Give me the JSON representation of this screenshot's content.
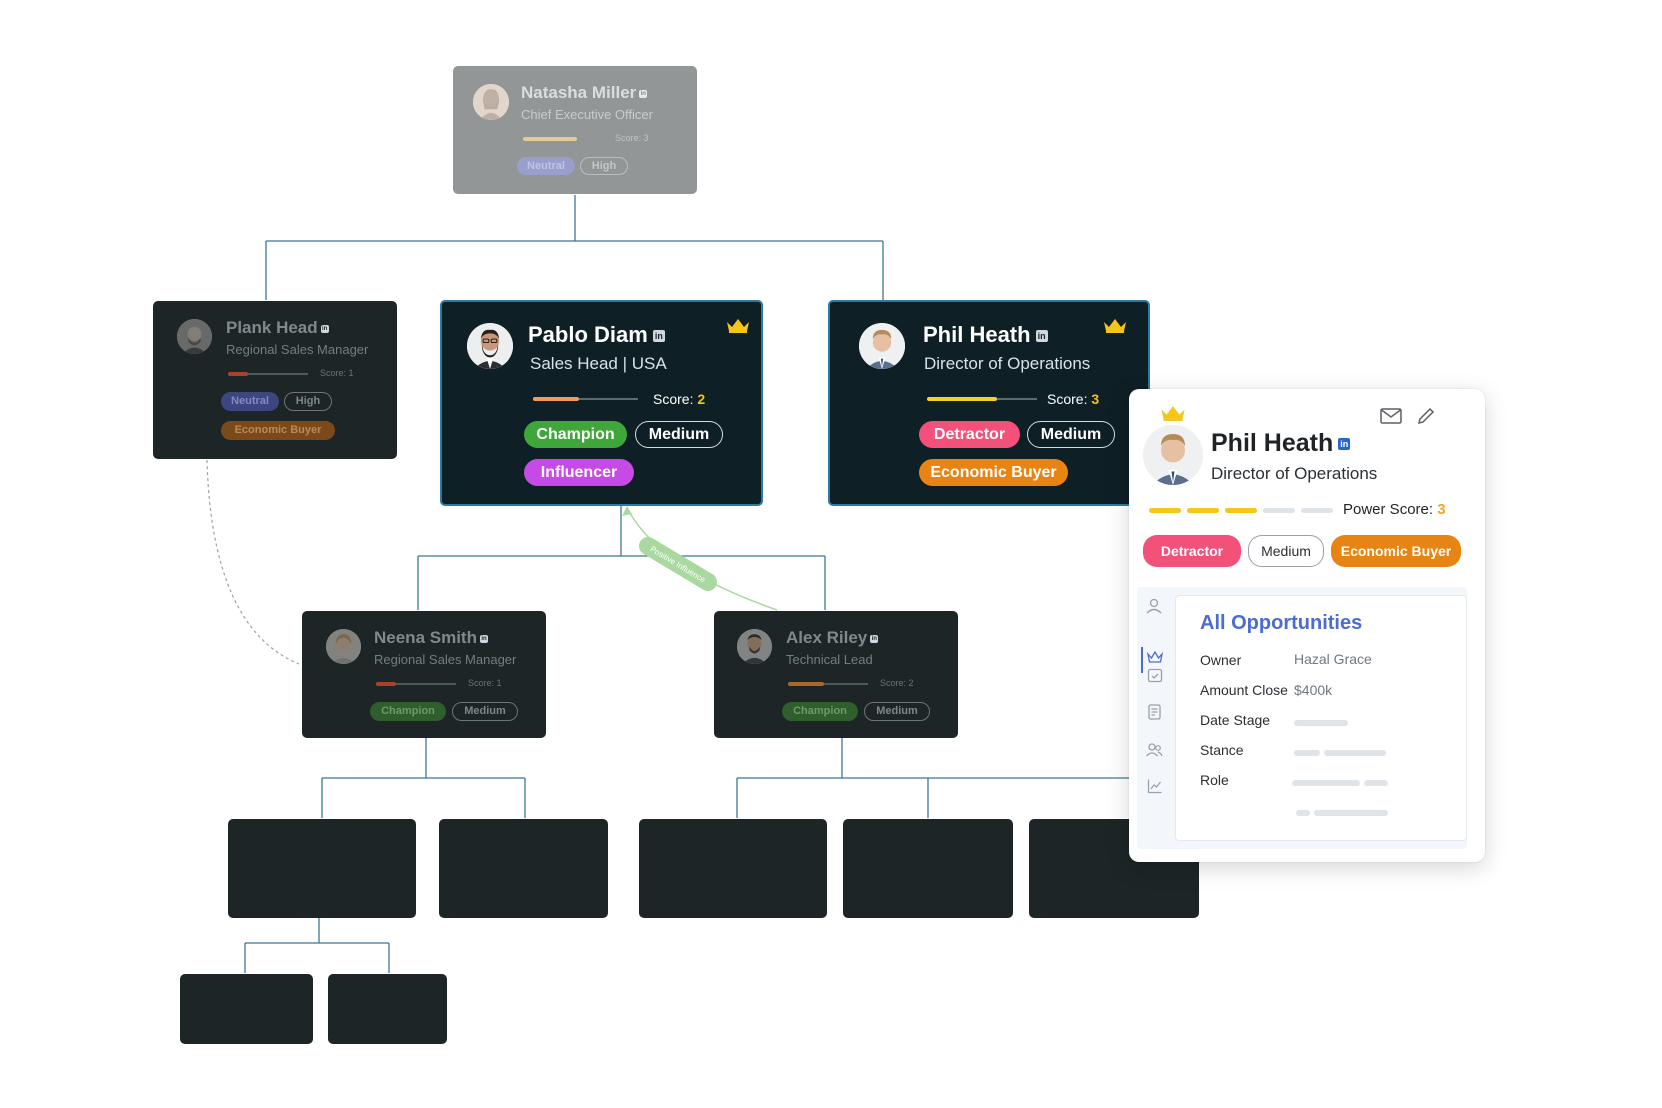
{
  "colors": {
    "champion": "#3fa73a",
    "influencer": "#c64be6",
    "detractor": "#f4517a",
    "economic_buyer": "#e88413",
    "neutral": "#5865c5",
    "crown": "#f5c518",
    "connector": "#2f6b82",
    "opportunity_title": "#4b6cd1"
  },
  "nodes": {
    "natasha": {
      "name": "Natasha Miller",
      "title": "Chief Executive Officer",
      "score_label": "Score: 3",
      "tags": [
        "Neutral",
        "High"
      ]
    },
    "plank": {
      "name": "Plank Head",
      "title": "Regional Sales Manager",
      "score_label": "Score: 1",
      "tags": [
        "Neutral",
        "High",
        "Economic Buyer"
      ]
    },
    "pablo": {
      "name": "Pablo Diam",
      "title": "Sales Head | USA",
      "score_prefix": "Score: ",
      "score_value": "2",
      "tags": [
        "Champion",
        "Medium",
        "Influencer"
      ]
    },
    "phil": {
      "name": "Phil Heath",
      "title": "Director of Operations",
      "score_prefix": "Score: ",
      "score_value": "3",
      "tags": [
        "Detractor",
        "Medium",
        "Economic Buyer"
      ]
    },
    "neena": {
      "name": "Neena Smith",
      "title": "Regional Sales Manager",
      "score_label": "Score: 1",
      "tags": [
        "Champion",
        "Medium"
      ]
    },
    "alex": {
      "name": "Alex Riley",
      "title": "Technical Lead",
      "score_label": "Score: 2",
      "tags": [
        "Champion",
        "Medium"
      ]
    }
  },
  "influence_label": "Positive Influence",
  "panel": {
    "name": "Phil Heath",
    "title": "Director of Operations",
    "power_prefix": "Power Score: ",
    "power_value": "3",
    "tags": [
      "Detractor",
      "Medium",
      "Economic Buyer"
    ],
    "opportunities": {
      "title": "All Opportunities",
      "owner_label": "Owner",
      "owner_value": "Hazal Grace",
      "amount_label": "Amount Close",
      "amount_value": "$400k",
      "date_label": "Date Stage",
      "stance_label": "Stance",
      "role_label": "Role"
    }
  }
}
